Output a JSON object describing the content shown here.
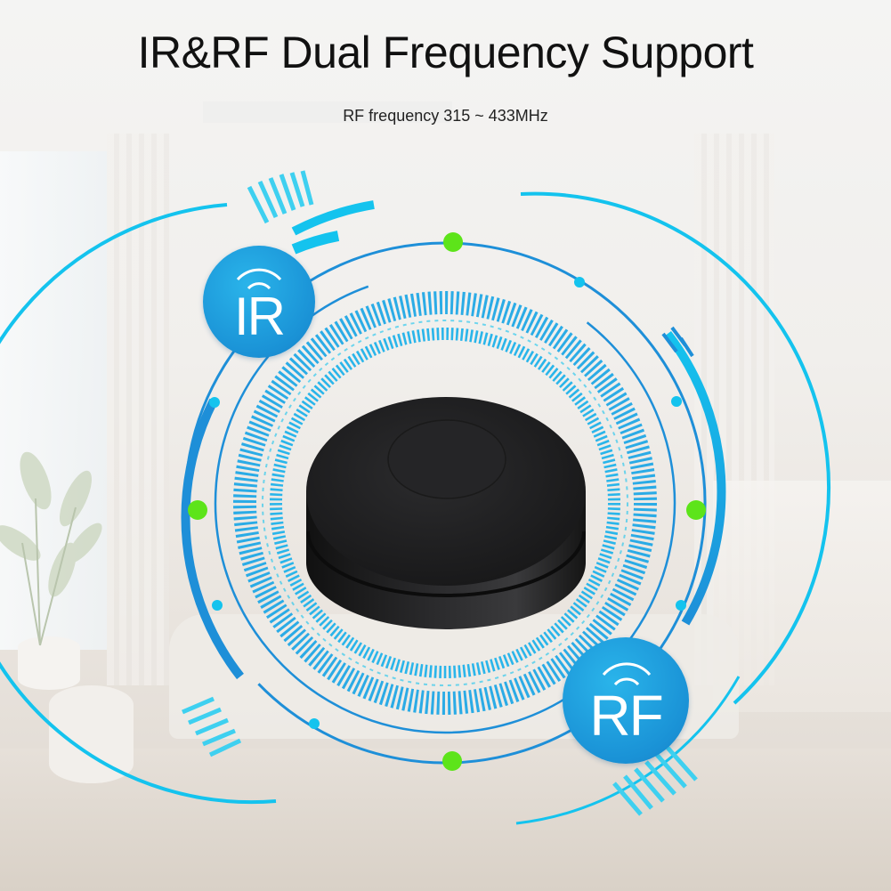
{
  "header": {
    "title": "IR&RF Dual Frequency Support",
    "subtitle": "RF frequency 315 ~ 433MHz"
  },
  "badges": {
    "ir": {
      "label": "IR",
      "icon": "wireless-signal-icon"
    },
    "rf": {
      "label": "RF",
      "icon": "wireless-signal-icon"
    }
  },
  "product": {
    "name": "smart-ir-rf-hub",
    "color": "#1c1c1e"
  },
  "colors": {
    "ring_dark": "#1e8fd8",
    "ring_light": "#14c3ee",
    "accent_green": "#5de41a",
    "badge_blue": "#1a92d6"
  }
}
